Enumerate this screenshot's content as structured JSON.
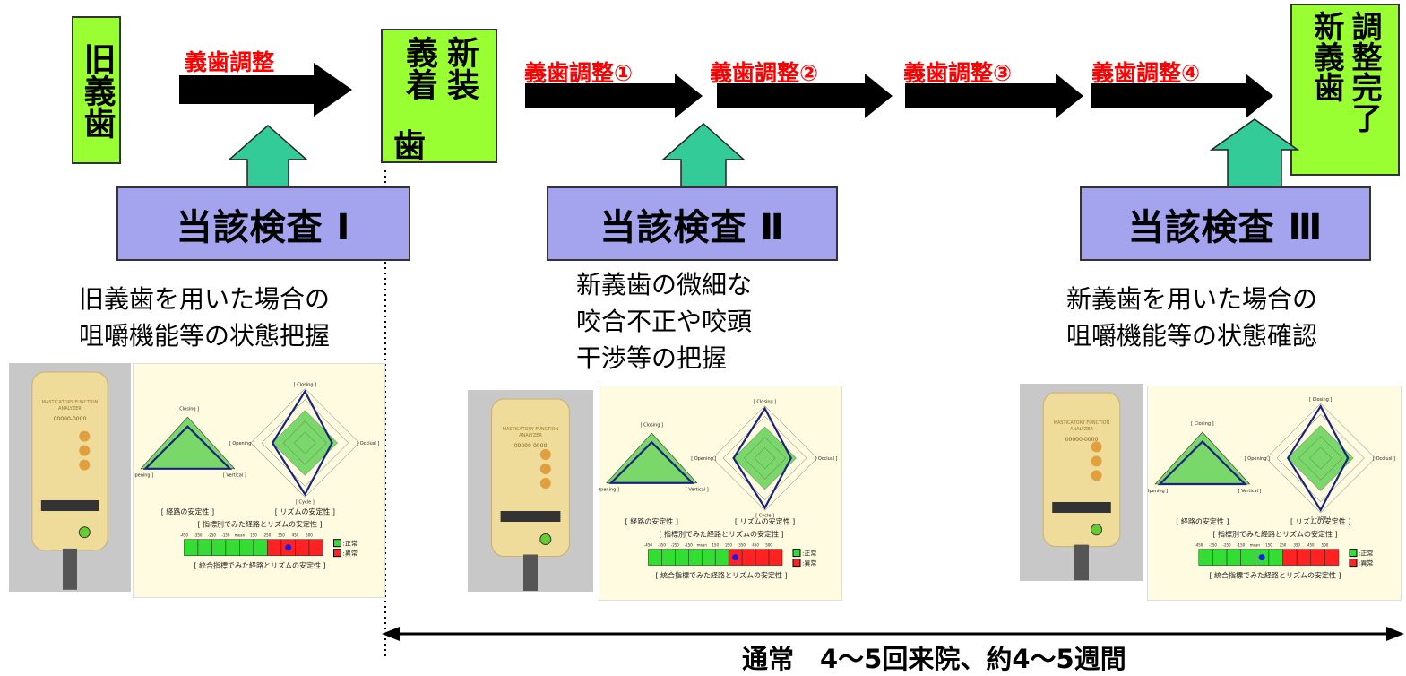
{
  "stages": {
    "old_denture": "旧義歯",
    "new_denture_col1": "新装",
    "new_denture_col2": "義着",
    "new_denture_col3": "歯",
    "final_col1": "新義歯",
    "final_col2": "調整完了"
  },
  "adjustments": {
    "adj0": "義歯調整",
    "adj1": "義歯調整①",
    "adj2": "義歯調整②",
    "adj3": "義歯調整③",
    "adj4": "義歯調整④"
  },
  "exams": {
    "exam1": "当該検査 Ⅰ",
    "exam2": "当該検査 Ⅱ",
    "exam3": "当該検査 Ⅲ"
  },
  "descriptions": {
    "d1_line1": "旧義歯を用いた場合の",
    "d1_line2": "咀嚼機能等の状態把握",
    "d2_line1": "新義歯の微細な",
    "d2_line2": "咬合不正や咬頭",
    "d2_line3": "干渉等の把握",
    "d3_line1": "新義歯を用いた場合の",
    "d3_line2": "咀嚼機能等の状態確認"
  },
  "chart_labels": {
    "closing": "[ Closing ]",
    "opening": "[ Opening ]",
    "vertical": "[ Vertical ]",
    "occlusal": "[ Occlusl ]",
    "cycle": "[ Cycle ]",
    "path_stability": "[ 経路の安定性 ]",
    "rhythm_stability": "[ リズムの安定性 ]",
    "by_index": "[ 指標別でみた経路とリズムの安定性 ]",
    "integrated": "[ 統合指標でみた経路とリズムの安定性 ]",
    "normal": ":正常",
    "abnormal": ":異常"
  },
  "scale_ticks": [
    "-450",
    "-350",
    "-250",
    "-150",
    "mean",
    "150",
    "250",
    "350",
    "450",
    "500"
  ],
  "device": {
    "line1": "MASTICATORY FUNCTION",
    "line2": "ANALYZER",
    "line3": "00000-0000"
  },
  "timeline": {
    "label": "通常　4〜5回来院、約4〜5週間"
  },
  "colors": {
    "stage_box": "#99ff33",
    "exam_box": "#a3a3ee",
    "up_arrow": "#33cc99",
    "red_text": "#ff0000",
    "normal": "#33dd33",
    "abnormal": "#ff0000"
  },
  "panels": {
    "p1_marker": 7,
    "p2_marker": 6,
    "p3_marker": 4
  }
}
